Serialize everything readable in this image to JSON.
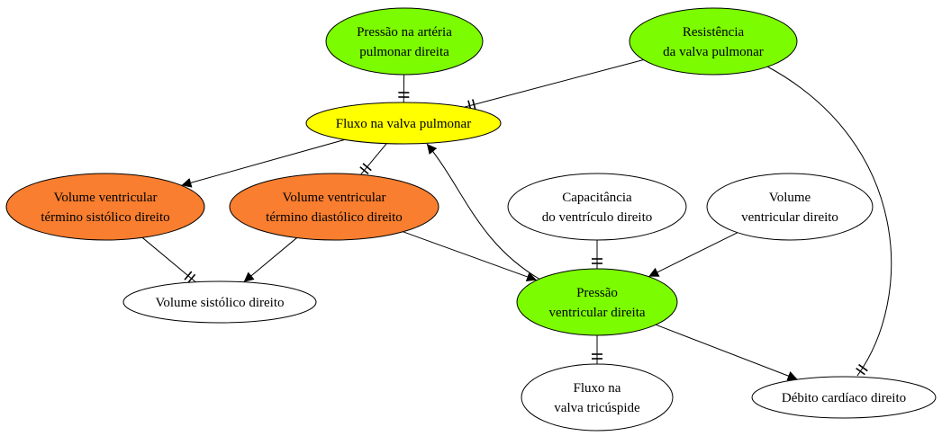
{
  "colors": {
    "green": "#7cfc00",
    "yellow": "#ffff00",
    "orange": "#f97e2f",
    "white": "#ffffff"
  },
  "nodes": [
    {
      "id": "pressao-arteria",
      "lines": [
        "Pressão na artéria",
        "pulmonar direita"
      ],
      "color": "green"
    },
    {
      "id": "resistencia",
      "lines": [
        "Resistência",
        "da valva pulmonar"
      ],
      "color": "green"
    },
    {
      "id": "fluxo-valva",
      "lines": [
        "Fluxo na valva pulmonar"
      ],
      "color": "yellow"
    },
    {
      "id": "vol-sistolico-final",
      "lines": [
        "Volume ventricular",
        "término sistólico direito"
      ],
      "color": "orange"
    },
    {
      "id": "vol-diastolico-final",
      "lines": [
        "Volume ventricular",
        "término diastólico direito"
      ],
      "color": "orange"
    },
    {
      "id": "capacitancia",
      "lines": [
        "Capacitância",
        "do ventrículo direito"
      ],
      "color": "white"
    },
    {
      "id": "volume-ventricular",
      "lines": [
        "Volume",
        "ventricular direito"
      ],
      "color": "white"
    },
    {
      "id": "vol-sistolico",
      "lines": [
        "Volume sistólico direito"
      ],
      "color": "white"
    },
    {
      "id": "pressao-ventricular",
      "lines": [
        "Pressão",
        "ventricular direita"
      ],
      "color": "green"
    },
    {
      "id": "fluxo-tricuspide",
      "lines": [
        "Fluxo na",
        "valva tricúspide"
      ],
      "color": "white"
    },
    {
      "id": "debito",
      "lines": [
        "Débito cardíaco direito"
      ],
      "color": "white"
    }
  ],
  "edges": [
    {
      "from": "pressao-arteria",
      "to": "fluxo-valva",
      "type": "tick"
    },
    {
      "from": "resistencia",
      "to": "fluxo-valva",
      "type": "tick"
    },
    {
      "from": "resistencia",
      "to": "debito",
      "type": "tick"
    },
    {
      "from": "fluxo-valva",
      "to": "vol-sistolico-final",
      "type": "arrow"
    },
    {
      "from": "fluxo-valva",
      "to": "vol-diastolico-final",
      "type": "tick"
    },
    {
      "from": "pressao-ventricular",
      "to": "fluxo-valva",
      "type": "arrow"
    },
    {
      "from": "vol-sistolico-final",
      "to": "vol-sistolico",
      "type": "tick"
    },
    {
      "from": "vol-diastolico-final",
      "to": "vol-sistolico",
      "type": "arrow"
    },
    {
      "from": "vol-diastolico-final",
      "to": "pressao-ventricular",
      "type": "arrow"
    },
    {
      "from": "capacitancia",
      "to": "pressao-ventricular",
      "type": "tick"
    },
    {
      "from": "volume-ventricular",
      "to": "pressao-ventricular",
      "type": "arrow"
    },
    {
      "from": "pressao-ventricular",
      "to": "fluxo-tricuspide",
      "type": "tick"
    },
    {
      "from": "pressao-ventricular",
      "to": "debito",
      "type": "arrow"
    }
  ]
}
